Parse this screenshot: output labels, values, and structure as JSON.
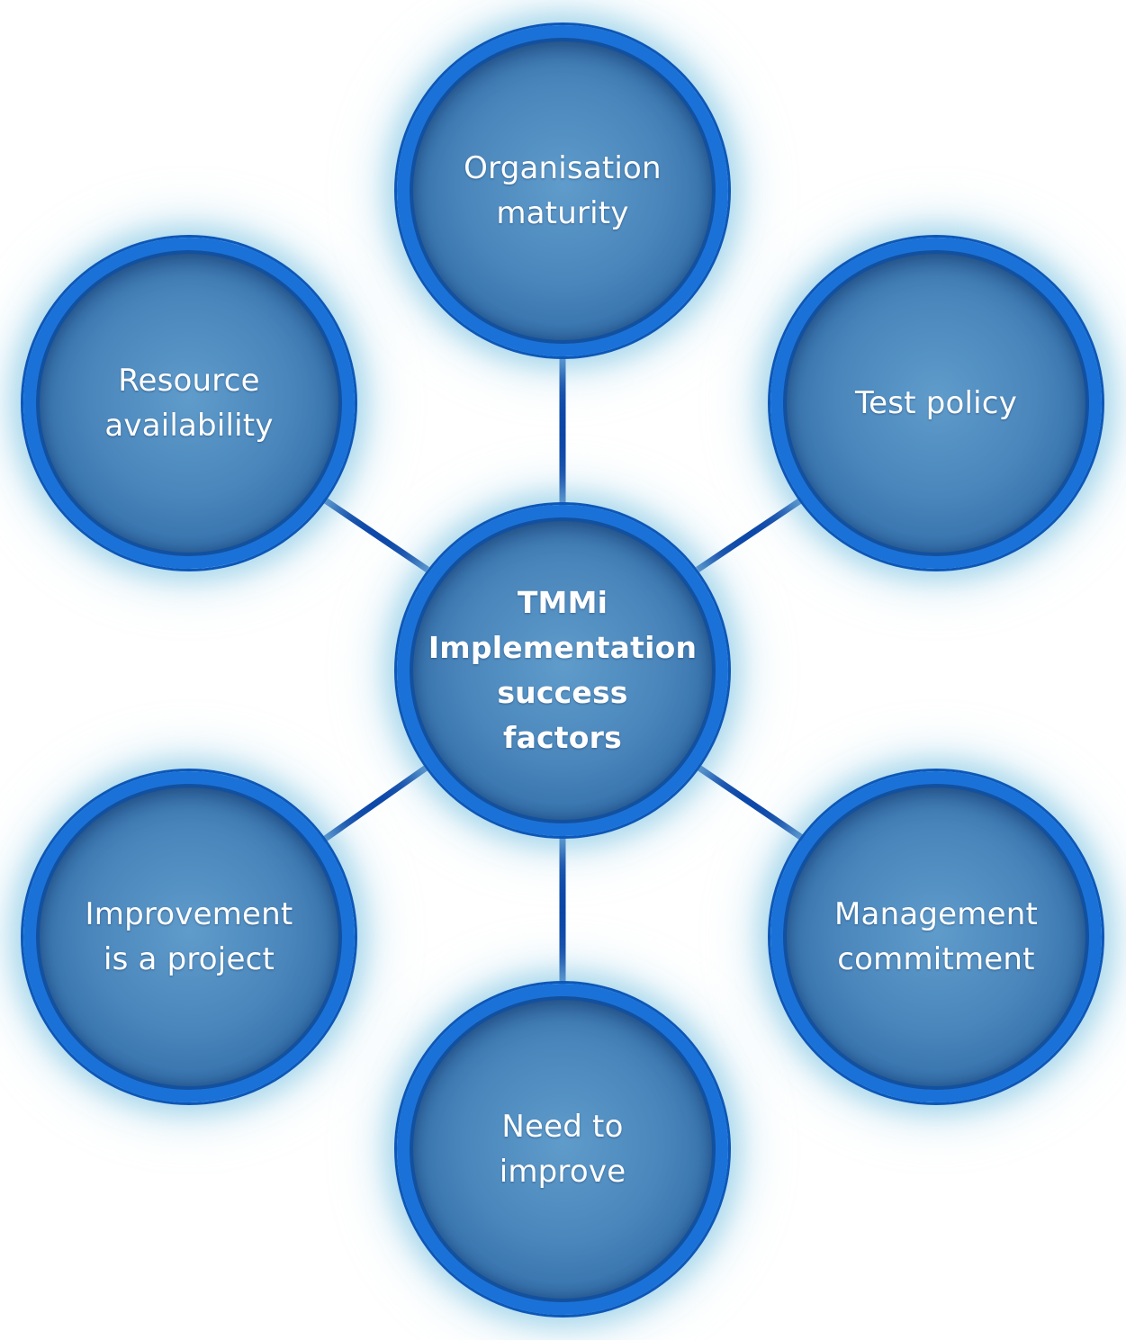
{
  "diagram": {
    "center": {
      "label": "TMMi\nImplementation\nsuccess\nfactors"
    },
    "nodes": [
      {
        "id": "organisation-maturity",
        "label": "Organisation\nmaturity"
      },
      {
        "id": "test-policy",
        "label": "Test policy"
      },
      {
        "id": "management-commitment",
        "label": "Management\ncommitment"
      },
      {
        "id": "need-to-improve",
        "label": "Need to\nimprove"
      },
      {
        "id": "improvement-is-a-project",
        "label": "Improvement\nis a project"
      },
      {
        "id": "resource-availability",
        "label": "Resource\navailability"
      }
    ],
    "colors": {
      "fill": "#4a86bb",
      "ring": "#1a72d8",
      "connector": "#0c47a8",
      "glow": "#a8d8ec",
      "text": "#ffffff"
    }
  }
}
